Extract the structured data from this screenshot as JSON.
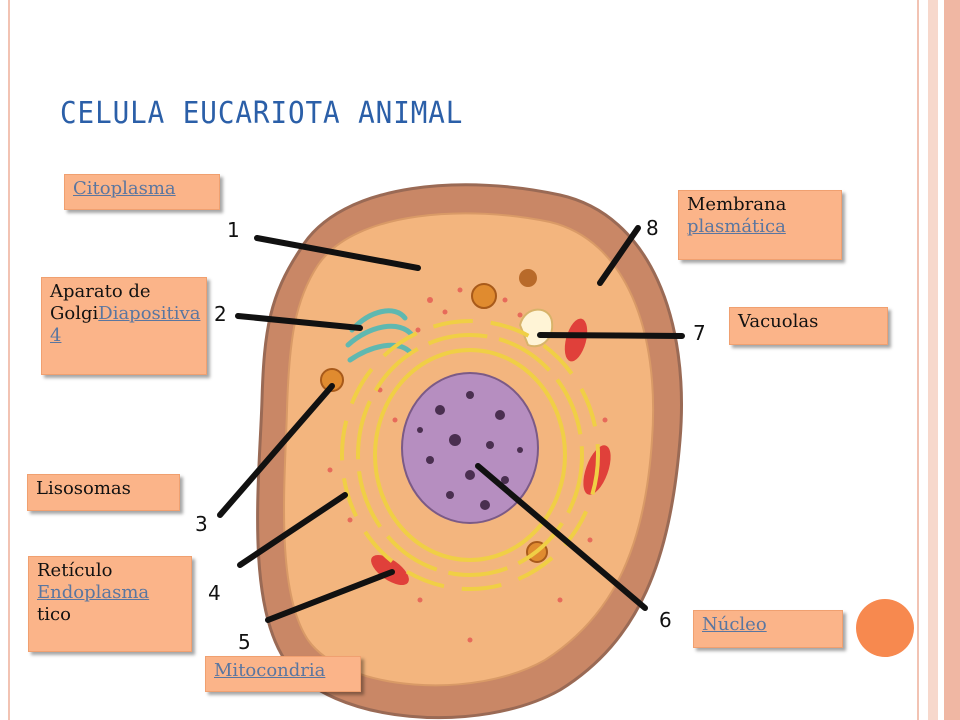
{
  "title": "CELULA EUCARIOTA ANIMAL",
  "labels": {
    "citoplasma": "Citoplasma",
    "golgi_text": "Aparato de Golgi",
    "golgi_link": "Diapositiva 4",
    "lisosomas": "Lisosomas",
    "reticulo_a": "Retículo",
    "reticulo_link": "Endoplasma",
    "reticulo_b": "tico",
    "mitocondria": "Mitocondria",
    "membrana_text": "Membrana",
    "membrana_link": "plasmática",
    "vacuolas": "Vacuolas",
    "nucleo": "Núcleo"
  },
  "numbers": [
    "1",
    "2",
    "3",
    "4",
    "5",
    "6",
    "7",
    "8"
  ],
  "colors": {
    "title": "#2b5fa8",
    "label_bg": "#fbb489",
    "link": "#5a76a0",
    "membrane": "#c98766",
    "cytoplasm": "#f3b57e",
    "nucleus": "#b68ec0",
    "accent": "#f7894f"
  }
}
